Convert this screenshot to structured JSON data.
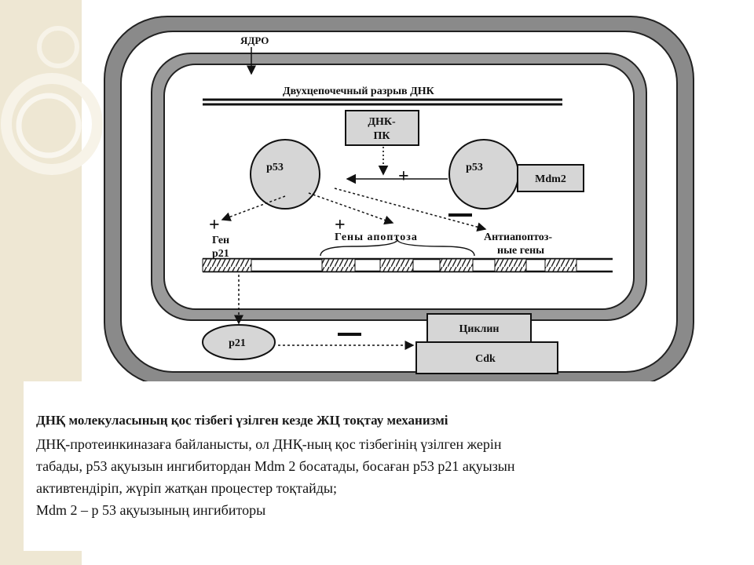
{
  "diagram": {
    "nucleus_label": "ЯДРО",
    "dsb_label": "Двухцепочечный разрыв ДНК",
    "dnapk_line1": "ДНК-",
    "dnapk_line2": "ПК",
    "p53_left": "p53",
    "p53_right": "p53",
    "mdm2": "Mdm2",
    "plus": "+",
    "minus": "−",
    "gene_p21_line1": "Ген",
    "gene_p21_line2": "p21",
    "apoptosis_genes": "Гены апоптоза",
    "antiapoptosis_line1": "Антиапоптоз-",
    "antiapoptosis_line2": "ные гены",
    "p21": "p21",
    "cyclin": "Циклин",
    "cdk": "Cdk"
  },
  "caption": {
    "title": "ДНҚ молекуласының қос тізбегі үзілген кезде ЖЦ тоқтау механизмі",
    "line1": " ДНҚ-протеинкиназаға байланысты, ол ДНҚ-ның қос тізбегінің үзілген жерін",
    "line2": "табады, р53 ақуызын ингибитордан Mdm 2 босатады, босаған р53   р21 ақуызын",
    "line3": "активтендіріп, жүріп жатқан процестер тоқтайды;",
    "line4": " Mdm 2 – р 53 ақуызының ингибиторы"
  },
  "colors": {
    "background": "#ffffff",
    "deco_beige": "#eee7d3",
    "membrane_gray": "#8a8a8a",
    "node_fill": "#d6d6d6",
    "ink": "#111111"
  }
}
